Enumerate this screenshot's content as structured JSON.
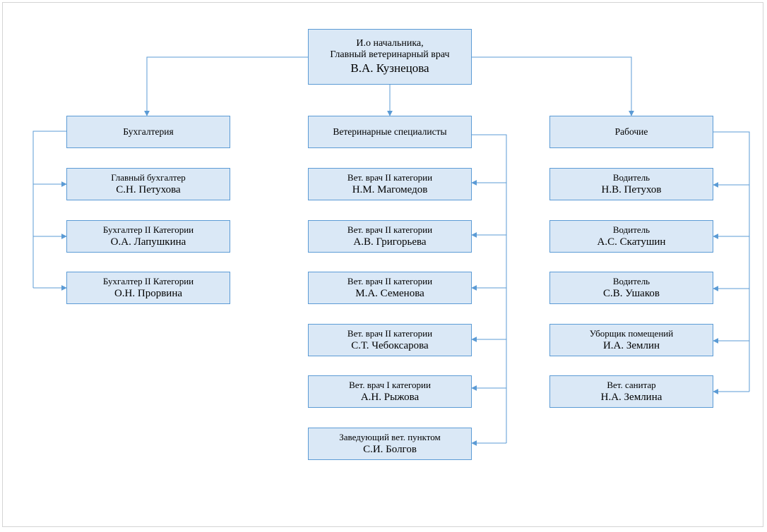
{
  "head": {
    "line1": "И.о начальника,",
    "line2": "Главный ветеринарный врач",
    "name": "В.А. Кузнецова"
  },
  "departments": [
    {
      "title": "Бухгалтерия",
      "members": [
        {
          "role": "Главный бухгалтер",
          "name": "С.Н. Петухова"
        },
        {
          "role": "Бухгалтер II Категории",
          "name": "О.А. Лапушкина"
        },
        {
          "role": "Бухгалтер II Категории",
          "name": "О.Н. Прорвина"
        }
      ]
    },
    {
      "title": "Ветеринарные специалисты",
      "members": [
        {
          "role": "Вет. врач II категории",
          "name": "Н.М. Магомедов"
        },
        {
          "role": "Вет. врач II категории",
          "name": "А.В. Григорьева"
        },
        {
          "role": "Вет. врач II категории",
          "name": "М.А. Семенова"
        },
        {
          "role": "Вет. врач II категории",
          "name": "С.Т. Чебоксарова"
        },
        {
          "role": "Вет. врач I категории",
          "name": "А.Н. Рыжова"
        },
        {
          "role": "Заведующий вет. пунктом",
          "name": "С.И. Болгов"
        }
      ]
    },
    {
      "title": "Рабочие",
      "members": [
        {
          "role": "Водитель",
          "name": "Н.В. Петухов"
        },
        {
          "role": "Водитель",
          "name": "А.С. Скатушин"
        },
        {
          "role": "Водитель",
          "name": "С.В. Ушаков"
        },
        {
          "role": "Уборщик помещений",
          "name": "И.А. Землин"
        },
        {
          "role": "Вет. санитар",
          "name": "Н.А. Землина"
        }
      ]
    }
  ],
  "colors": {
    "box_fill": "#dae8f6",
    "box_border": "#5b9bd5",
    "connector": "#5b9bd5"
  }
}
